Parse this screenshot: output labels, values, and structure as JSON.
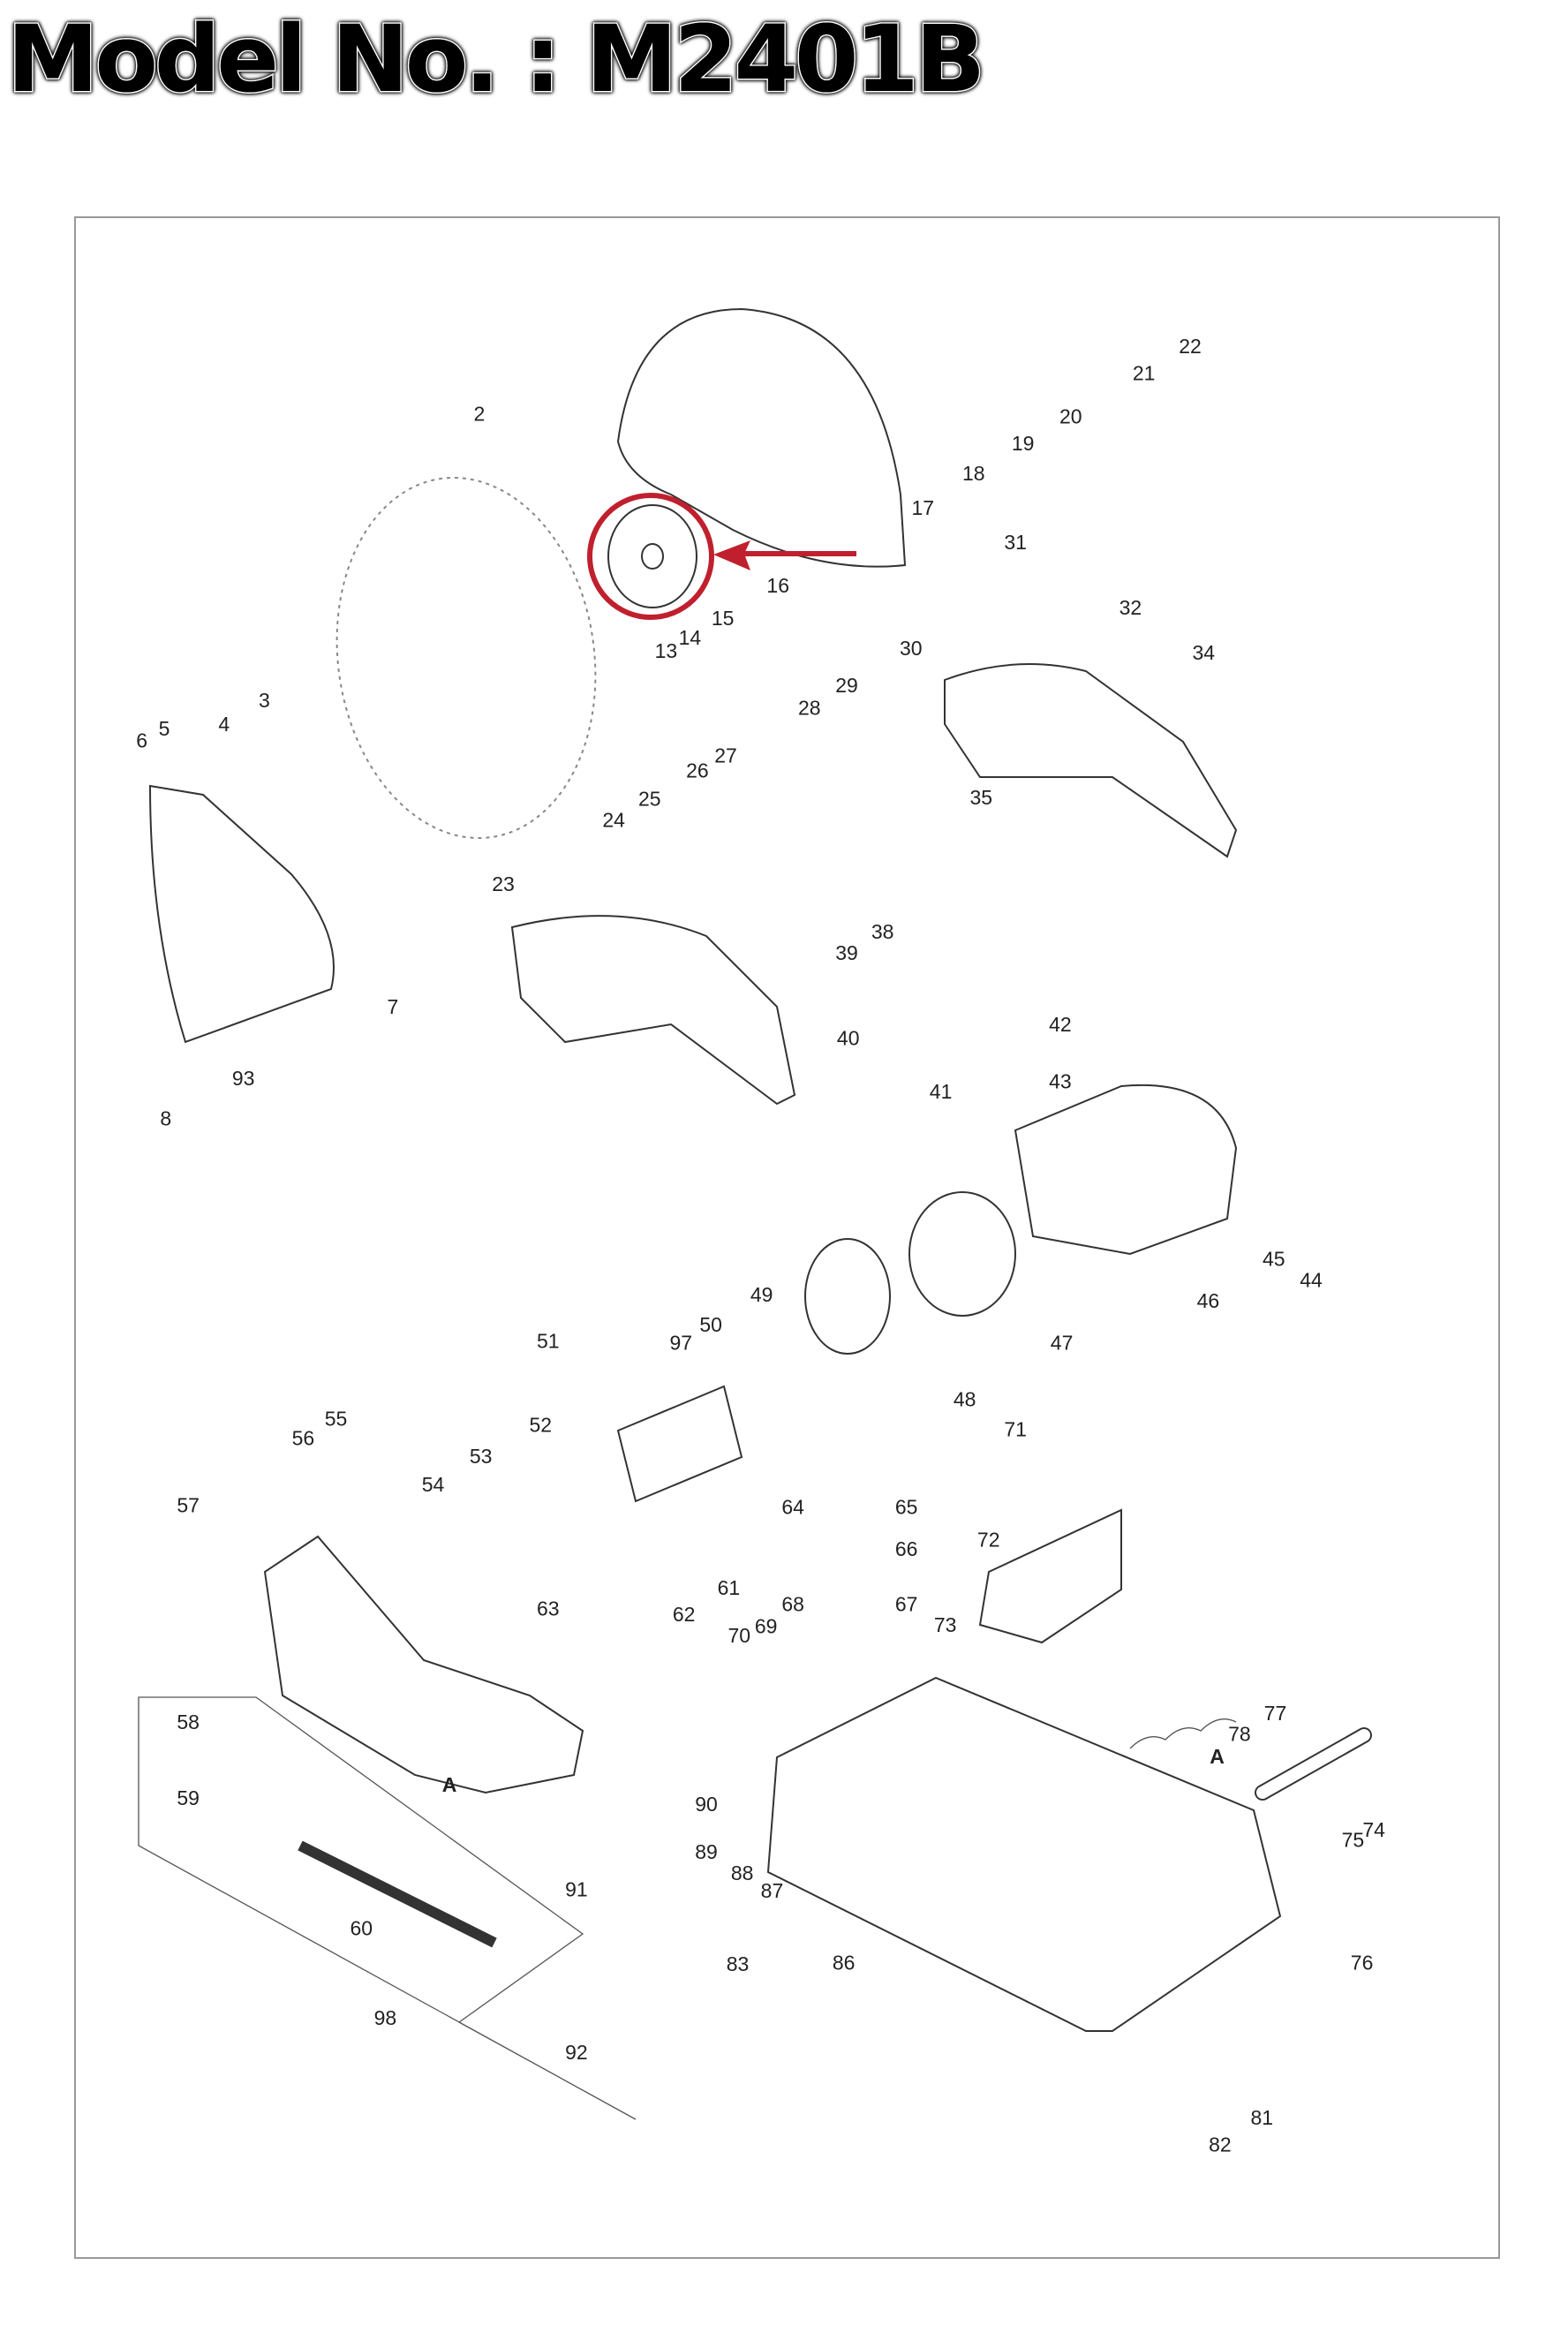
{
  "title": "Model No. : M2401B",
  "highlight": {
    "color": "#c0202e",
    "target_part": "15"
  },
  "part_labels": [
    "2",
    "22",
    "21",
    "20",
    "19",
    "18",
    "17",
    "16",
    "15",
    "14",
    "13",
    "31",
    "32",
    "34",
    "30",
    "29",
    "28",
    "27",
    "26",
    "25",
    "24",
    "35",
    "3",
    "4",
    "5",
    "6",
    "7",
    "93",
    "8",
    "23",
    "38",
    "39",
    "40",
    "41",
    "42",
    "43",
    "45",
    "44",
    "46",
    "47",
    "49",
    "50",
    "97",
    "51",
    "48",
    "55",
    "56",
    "52",
    "53",
    "54",
    "57",
    "64",
    "65",
    "66",
    "61",
    "62",
    "63",
    "71",
    "72",
    "73",
    "68",
    "67",
    "69",
    "70",
    "58",
    "59",
    "60",
    "78",
    "77",
    "A",
    "A",
    "90",
    "89",
    "88",
    "87",
    "91",
    "83",
    "86",
    "75",
    "74",
    "76",
    "98",
    "92",
    "81",
    "82"
  ]
}
